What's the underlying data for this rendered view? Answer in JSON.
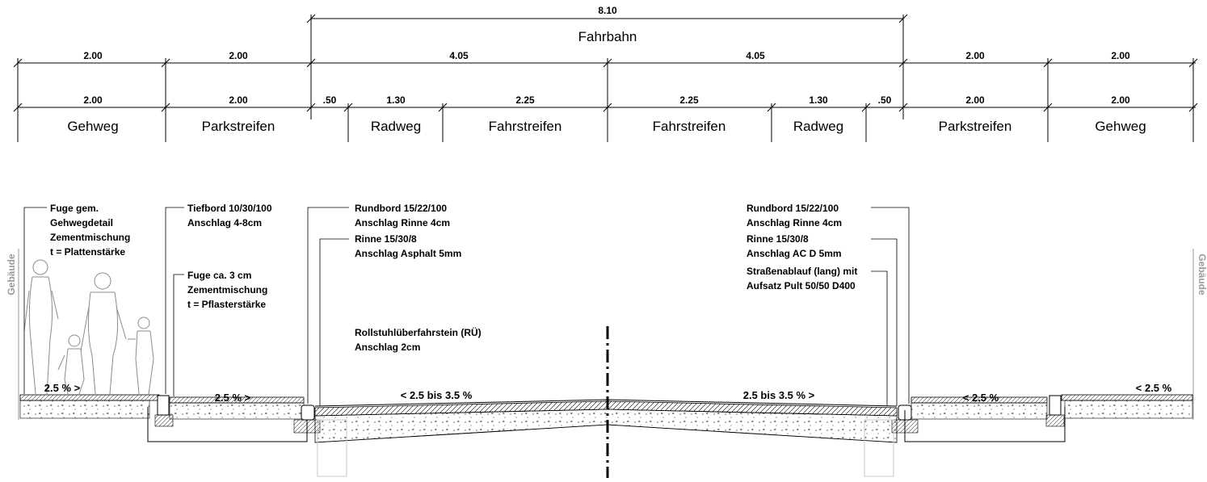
{
  "total_dimension": {
    "value": "8.10",
    "label": "Fahrbahn"
  },
  "upper_dimensions": [
    "2.00",
    "2.00",
    "4.05",
    "4.05",
    "2.00",
    "2.00"
  ],
  "lower_dimensions": [
    ".50",
    "1.30",
    "2.25",
    "2.25",
    "1.30",
    ".50"
  ],
  "outer_dimensions": {
    "left": [
      "2.00",
      "2.00"
    ],
    "right": [
      "2.00",
      "2.00"
    ]
  },
  "segments": [
    "Gehweg",
    "Parkstreifen",
    "Radweg",
    "Fahrstreifen",
    "Fahrstreifen",
    "Radweg",
    "Parkstreifen",
    "Gehweg"
  ],
  "building_label": "Gebäude",
  "annotations": {
    "joint_left": [
      "Fuge gem.",
      "Gehwegdetail",
      "Zementmischung",
      "t = Plattenstärke"
    ],
    "lowcurb": [
      "Tiefbord 10/30/100",
      "Anschlag 4-8cm"
    ],
    "joint_paving": [
      "Fuge ca. 3 cm",
      "Zementmischung",
      "t = Pflasterstärke"
    ],
    "curb_left": [
      "Rundbord 15/22/100",
      "Anschlag Rinne 4cm"
    ],
    "gutter_left": [
      "Rinne 15/30/8",
      "Anschlag Asphalt 5mm"
    ],
    "wheelchair": [
      "Rollstuhlüberfahrstein (RÜ)",
      "Anschlag 2cm"
    ],
    "curb_right": [
      "Rundbord 15/22/100",
      "Anschlag Rinne 4cm"
    ],
    "gutter_right": [
      "Rinne 15/30/8",
      "Anschlag AC D 5mm"
    ],
    "inlet": [
      "Straßenablauf  (lang) mit",
      "Aufsatz Pult 50/50 D400"
    ]
  },
  "slopes": [
    "2.5 % >",
    "2.5 % >",
    "< 2.5 bis 3.5 %",
    "2.5 bis 3.5 % >",
    "< 2.5 %",
    "< 2.5 %"
  ],
  "colors": {
    "line": "#000000",
    "building_text": "#9a9a9a",
    "people_outline": "#8c8c8c"
  }
}
